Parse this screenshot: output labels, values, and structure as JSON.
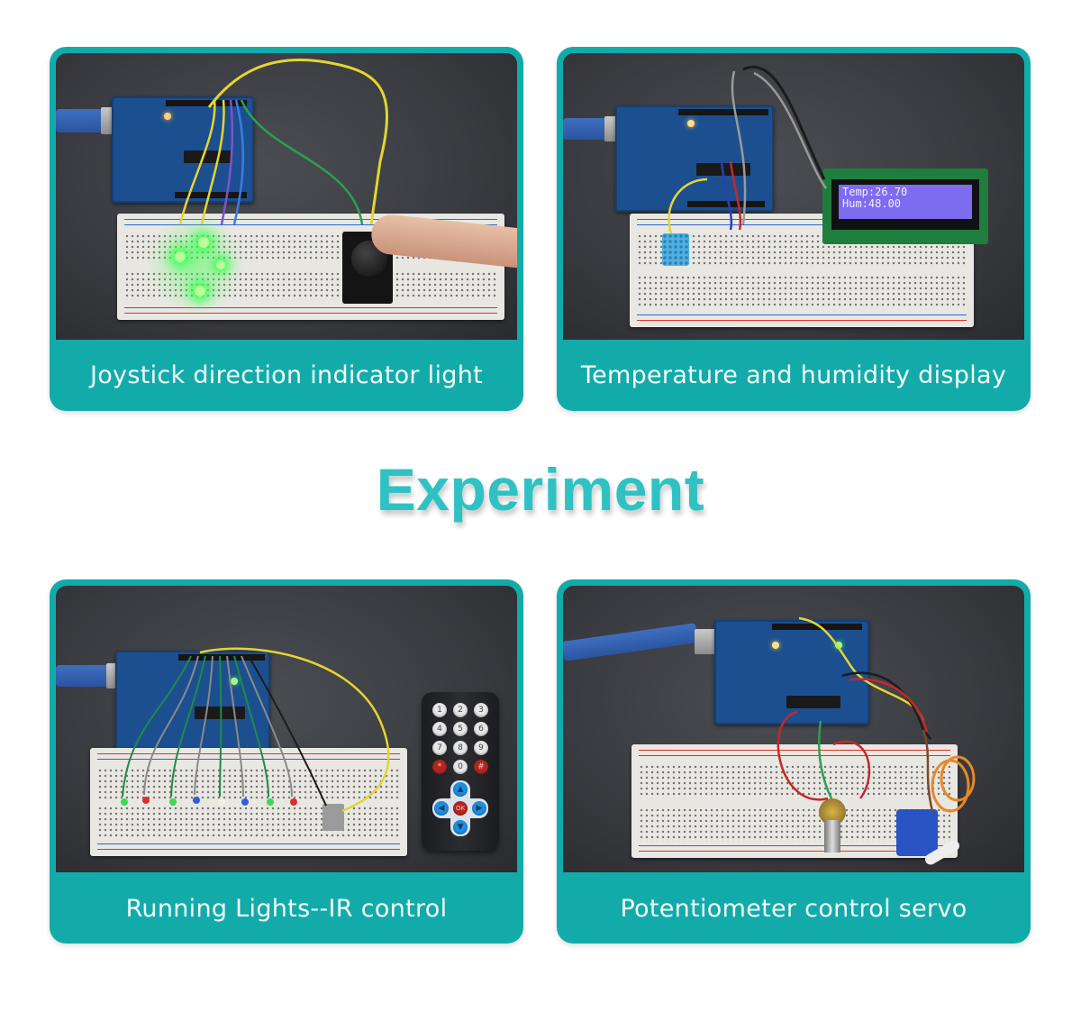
{
  "headline": "Experiment",
  "colors": {
    "card_teal": "#13abaa",
    "headline_teal": "#2ec2c4",
    "caption_text": "#f2fbfb",
    "photo_background": "#3a3c41"
  },
  "experiments": [
    {
      "caption": "Joystick direction indicator light",
      "photo": "Arduino board with breadboard, four green LEDs and a joystick module pressed by a finger"
    },
    {
      "caption": "Temperature and humidity display",
      "photo": "Arduino board with DHT11 sensor on breadboard and I2C LCD1602 display",
      "lcd": {
        "line1": "Temp:26.70",
        "line2": "Hum:48.00"
      }
    },
    {
      "caption": "Running Lights--IR control",
      "photo": "Arduino board with row of colored LEDs on breadboard, IR receiver and IR remote control",
      "remote": {
        "buttons": [
          "1",
          "2",
          "3",
          "4",
          "5",
          "6",
          "7",
          "8",
          "9",
          "*",
          "0",
          "#"
        ],
        "dpad": [
          "up",
          "left",
          "OK",
          "right",
          "down"
        ]
      }
    },
    {
      "caption": "Potentiometer control servo",
      "photo": "Arduino board with potentiometer on breadboard wired to an SG90 micro servo"
    }
  ]
}
